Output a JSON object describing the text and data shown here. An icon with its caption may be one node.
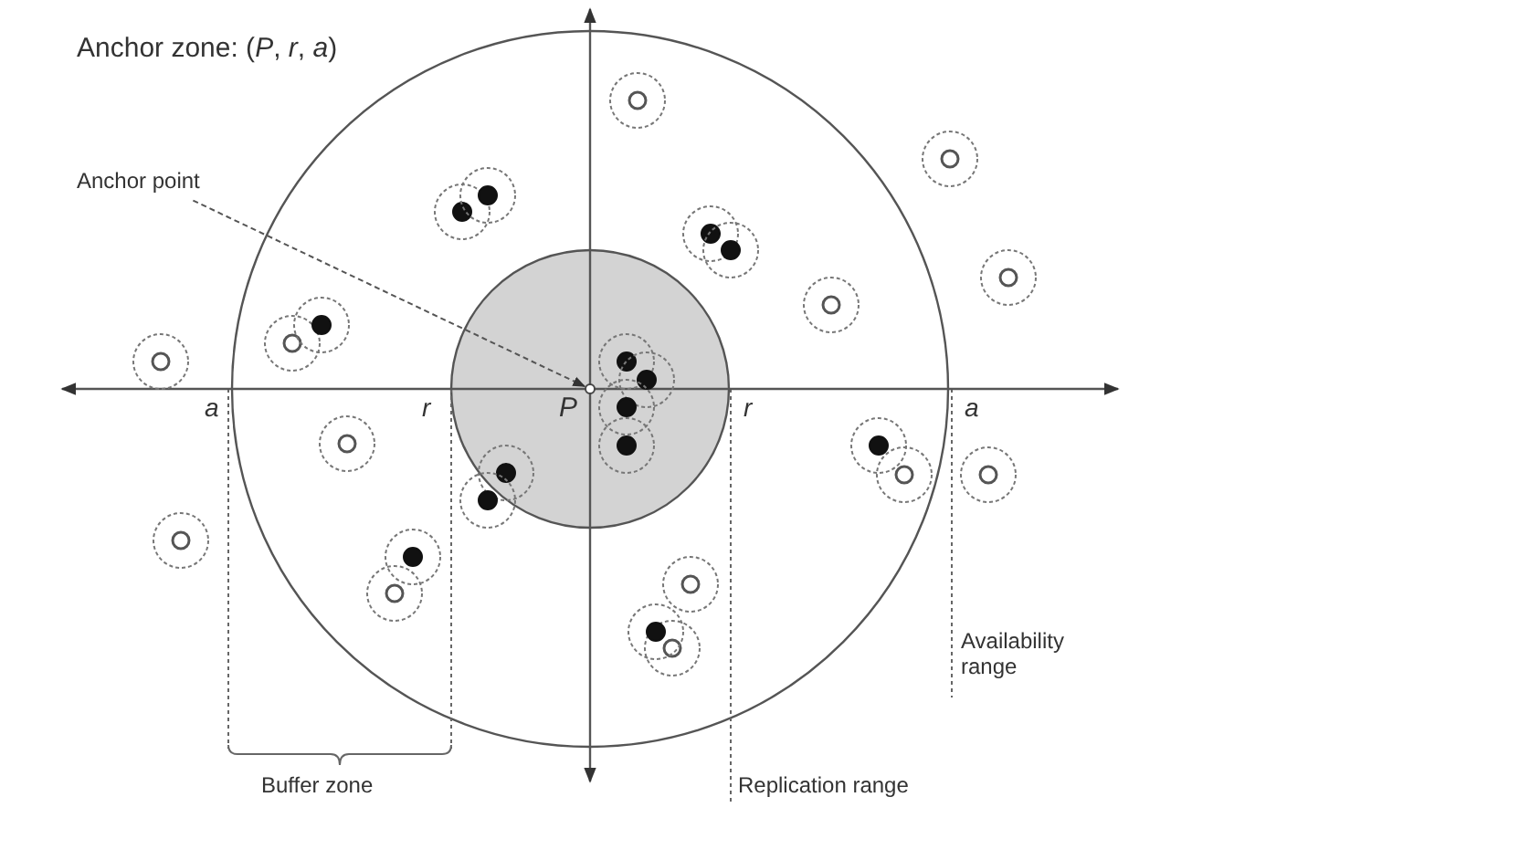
{
  "diagram": {
    "title": "Anchor zone: (*P*, *r*, *a*)",
    "nodes": [
      {
        "text": [
          "Anchor point"
        ]
      },
      {
        "text": [],
        "shape": "circle"
      }
    ],
    "edges": [
      {
        "from": 0,
        "to": 1,
        "arrow": "to",
        "style": "dashed"
      }
    ],
    "labels": [
      "a",
      "r",
      "P",
      "r",
      "a",
      "Buffer zone",
      "Replication range",
      "Availability range"
    ]
  }
}
